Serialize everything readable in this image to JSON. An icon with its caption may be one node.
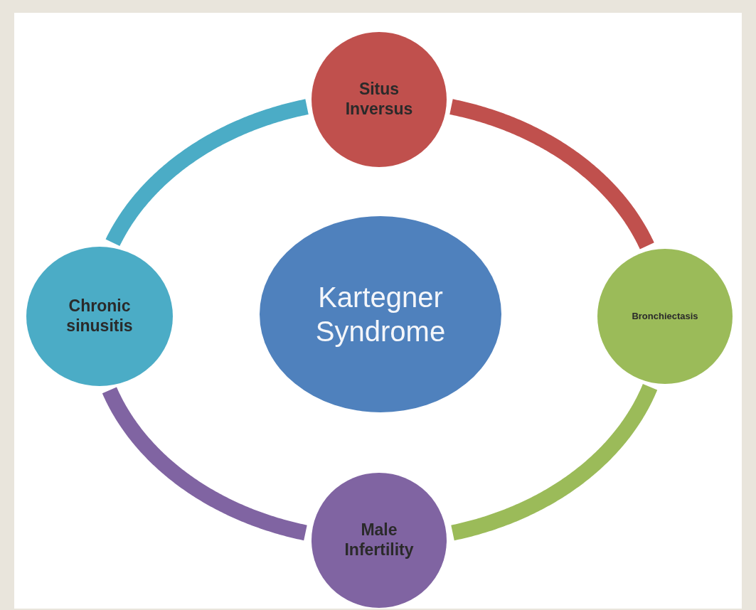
{
  "diagram": {
    "nodes": [
      {
        "text": [
          "Situs Inversus"
        ]
      },
      {
        "text": [
          "Chronic sinusitis"
        ]
      },
      {
        "text": [
          "Kartegner Syndrome"
        ]
      },
      {
        "text": [
          "Bronchiectasis"
        ]
      },
      {
        "text": [
          "Male Infertility"
        ]
      }
    ],
    "edges": [
      {
        "from": 1,
        "to": 0,
        "arrow": "none",
        "color": "#4bacc6"
      },
      {
        "from": 0,
        "to": 3,
        "arrow": "none",
        "color": "#c0504d"
      },
      {
        "from": 3,
        "to": 4,
        "arrow": "none",
        "color": "#9bbb59"
      },
      {
        "from": 4,
        "to": 1,
        "arrow": "none",
        "color": "#8064a2"
      }
    ]
  }
}
